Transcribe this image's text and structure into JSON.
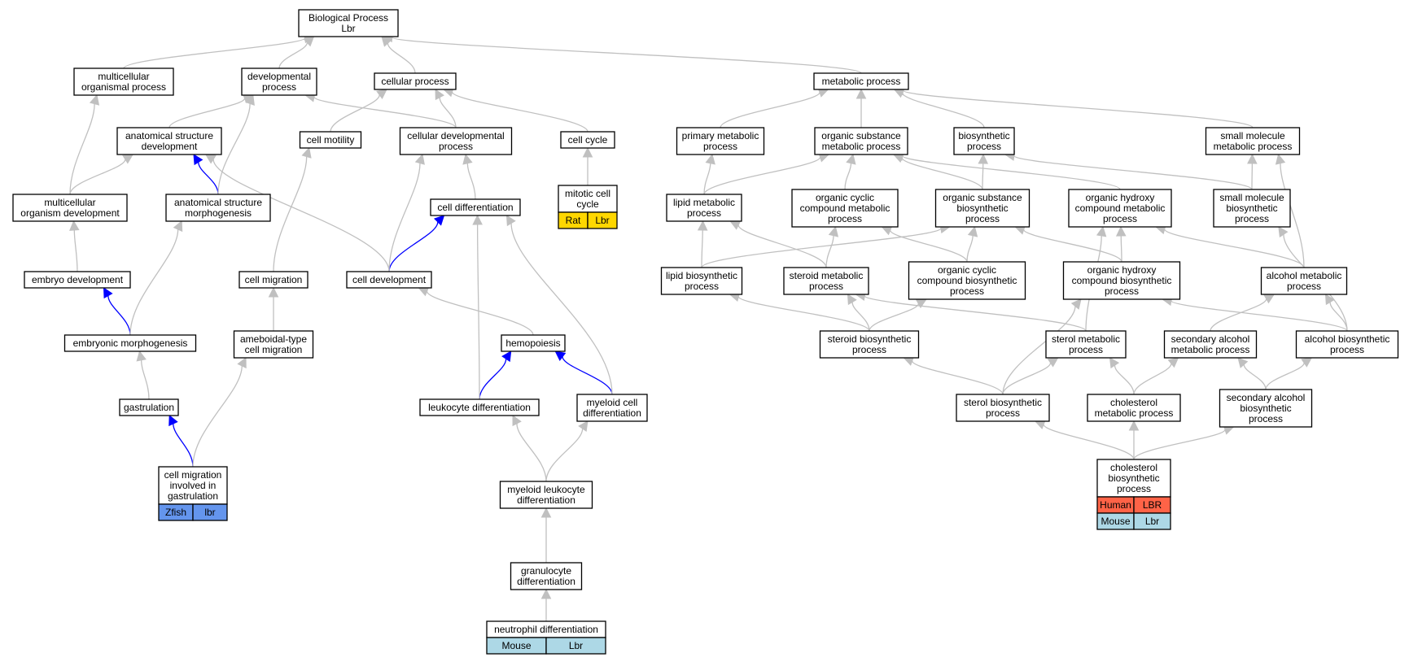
{
  "colors": {
    "edge_gray": "#c0c0c0",
    "edge_blue": "#0000ff",
    "rat_lbr": "#ffd700",
    "zfish_lbr": "#6495ed",
    "human_lbr": "#ff6347",
    "mouse_lbr": "#add8e6",
    "node_border": "#000000",
    "node_fill": "#ffffff"
  },
  "nodes": [
    {
      "id": "bp",
      "lines": [
        "Biological Process",
        "Lbr"
      ]
    },
    {
      "id": "mop",
      "lines": [
        "multicellular",
        "organismal process"
      ]
    },
    {
      "id": "dp",
      "lines": [
        "developmental",
        "process"
      ]
    },
    {
      "id": "cp",
      "lines": [
        "cellular process"
      ]
    },
    {
      "id": "metp",
      "lines": [
        "metabolic process"
      ]
    },
    {
      "id": "asd",
      "lines": [
        "anatomical structure",
        "development"
      ]
    },
    {
      "id": "cmot",
      "lines": [
        "cell motility"
      ]
    },
    {
      "id": "cdp",
      "lines": [
        "cellular developmental",
        "process"
      ]
    },
    {
      "id": "cc",
      "lines": [
        "cell cycle"
      ]
    },
    {
      "id": "mcc",
      "lines": [
        "mitotic cell",
        "cycle"
      ],
      "annotations": [
        [
          "Rat",
          "Lbr"
        ]
      ],
      "ann_color": "rat_lbr"
    },
    {
      "id": "mod",
      "lines": [
        "multicellular",
        "organism development"
      ]
    },
    {
      "id": "asm",
      "lines": [
        "anatomical structure",
        "morphogenesis"
      ]
    },
    {
      "id": "cdiff",
      "lines": [
        "cell differentiation"
      ]
    },
    {
      "id": "ed",
      "lines": [
        "embryo development"
      ]
    },
    {
      "id": "cmig",
      "lines": [
        "cell migration"
      ]
    },
    {
      "id": "cdev",
      "lines": [
        "cell development"
      ]
    },
    {
      "id": "em",
      "lines": [
        "embryonic morphogenesis"
      ]
    },
    {
      "id": "acm",
      "lines": [
        "ameboidal-type",
        "cell migration"
      ]
    },
    {
      "id": "hemo",
      "lines": [
        "hemopoiesis"
      ]
    },
    {
      "id": "gast",
      "lines": [
        "gastrulation"
      ]
    },
    {
      "id": "ld",
      "lines": [
        "leukocyte differentiation"
      ]
    },
    {
      "id": "mycd",
      "lines": [
        "myeloid cell",
        "differentiation"
      ]
    },
    {
      "id": "cmg",
      "lines": [
        "cell migration",
        "involved in",
        "gastrulation"
      ],
      "annotations": [
        [
          "Zfish",
          "lbr"
        ]
      ],
      "ann_color": "zfish_lbr"
    },
    {
      "id": "mld",
      "lines": [
        "myeloid leukocyte",
        "differentiation"
      ]
    },
    {
      "id": "gd",
      "lines": [
        "granulocyte",
        "differentiation"
      ]
    },
    {
      "id": "nd",
      "lines": [
        "neutrophil differentiation"
      ],
      "annotations": [
        [
          "Mouse",
          "Lbr"
        ]
      ],
      "ann_color": "mouse_lbr"
    },
    {
      "id": "pmp",
      "lines": [
        "primary metabolic",
        "process"
      ]
    },
    {
      "id": "osmp",
      "lines": [
        "organic substance",
        "metabolic process"
      ]
    },
    {
      "id": "bsp",
      "lines": [
        "biosynthetic",
        "process"
      ]
    },
    {
      "id": "smmp",
      "lines": [
        "small molecule",
        "metabolic process"
      ]
    },
    {
      "id": "lmp",
      "lines": [
        "lipid metabolic",
        "process"
      ]
    },
    {
      "id": "occmp",
      "lines": [
        "organic cyclic",
        "compound metabolic",
        "process"
      ]
    },
    {
      "id": "osbp",
      "lines": [
        "organic substance",
        "biosynthetic",
        "process"
      ]
    },
    {
      "id": "ohcmp",
      "lines": [
        "organic hydroxy",
        "compound metabolic",
        "process"
      ]
    },
    {
      "id": "smbp",
      "lines": [
        "small molecule",
        "biosynthetic",
        "process"
      ]
    },
    {
      "id": "lbp",
      "lines": [
        "lipid biosynthetic",
        "process"
      ]
    },
    {
      "id": "stmp",
      "lines": [
        "steroid metabolic",
        "process"
      ]
    },
    {
      "id": "occbp",
      "lines": [
        "organic cyclic",
        "compound biosynthetic",
        "process"
      ]
    },
    {
      "id": "ohcbp",
      "lines": [
        "organic hydroxy",
        "compound biosynthetic",
        "process"
      ]
    },
    {
      "id": "almp",
      "lines": [
        "alcohol metabolic",
        "process"
      ]
    },
    {
      "id": "stbp",
      "lines": [
        "steroid biosynthetic",
        "process"
      ]
    },
    {
      "id": "srmp",
      "lines": [
        "sterol metabolic",
        "process"
      ]
    },
    {
      "id": "samp",
      "lines": [
        "secondary alcohol",
        "metabolic process"
      ]
    },
    {
      "id": "albp",
      "lines": [
        "alcohol biosynthetic",
        "process"
      ]
    },
    {
      "id": "srbp",
      "lines": [
        "sterol biosynthetic",
        "process"
      ]
    },
    {
      "id": "chmp",
      "lines": [
        "cholesterol",
        "metabolic process"
      ]
    },
    {
      "id": "sabp",
      "lines": [
        "secondary alcohol",
        "biosynthetic",
        "process"
      ]
    },
    {
      "id": "chbp",
      "lines": [
        "cholesterol",
        "biosynthetic",
        "process"
      ],
      "annotations": [
        [
          "Human",
          "LBR"
        ],
        [
          "Mouse",
          "Lbr"
        ]
      ],
      "ann_colors": [
        "human_lbr",
        "mouse_lbr"
      ]
    }
  ],
  "edges": [
    {
      "from": "mop",
      "to": "bp"
    },
    {
      "from": "dp",
      "to": "bp"
    },
    {
      "from": "cp",
      "to": "bp"
    },
    {
      "from": "metp",
      "to": "bp"
    },
    {
      "from": "asd",
      "to": "dp"
    },
    {
      "from": "cmot",
      "to": "cp"
    },
    {
      "from": "cdp",
      "to": "cp"
    },
    {
      "from": "cdp",
      "to": "dp"
    },
    {
      "from": "cc",
      "to": "cp"
    },
    {
      "from": "mcc",
      "to": "cc"
    },
    {
      "from": "mod",
      "to": "mop"
    },
    {
      "from": "mod",
      "to": "asd"
    },
    {
      "from": "asm",
      "to": "asd",
      "blue": true
    },
    {
      "from": "asm",
      "to": "dp"
    },
    {
      "from": "cdiff",
      "to": "cdp"
    },
    {
      "from": "ed",
      "to": "mod"
    },
    {
      "from": "em",
      "to": "ed",
      "blue": true
    },
    {
      "from": "em",
      "to": "asm"
    },
    {
      "from": "gast",
      "to": "em"
    },
    {
      "from": "cmg",
      "to": "gast",
      "blue": true
    },
    {
      "from": "cmg",
      "to": "acm"
    },
    {
      "from": "cmig",
      "to": "cmot"
    },
    {
      "from": "acm",
      "to": "cmig"
    },
    {
      "from": "cdev",
      "to": "cdiff",
      "blue": true
    },
    {
      "from": "cdev",
      "to": "asd"
    },
    {
      "from": "cdev",
      "to": "cdp"
    },
    {
      "from": "hemo",
      "to": "cdev"
    },
    {
      "from": "ld",
      "to": "hemo",
      "blue": true
    },
    {
      "from": "ld",
      "to": "cdiff"
    },
    {
      "from": "mycd",
      "to": "hemo",
      "blue": true
    },
    {
      "from": "mycd",
      "to": "cdiff"
    },
    {
      "from": "mld",
      "to": "ld"
    },
    {
      "from": "mld",
      "to": "mycd"
    },
    {
      "from": "gd",
      "to": "mld"
    },
    {
      "from": "nd",
      "to": "gd"
    },
    {
      "from": "pmp",
      "to": "metp"
    },
    {
      "from": "osmp",
      "to": "metp"
    },
    {
      "from": "bsp",
      "to": "metp"
    },
    {
      "from": "smmp",
      "to": "metp"
    },
    {
      "from": "lmp",
      "to": "pmp"
    },
    {
      "from": "lmp",
      "to": "osmp"
    },
    {
      "from": "occmp",
      "to": "osmp"
    },
    {
      "from": "osbp",
      "to": "osmp"
    },
    {
      "from": "osbp",
      "to": "bsp"
    },
    {
      "from": "ohcmp",
      "to": "osmp"
    },
    {
      "from": "smbp",
      "to": "smmp"
    },
    {
      "from": "smbp",
      "to": "bsp"
    },
    {
      "from": "lbp",
      "to": "lmp"
    },
    {
      "from": "lbp",
      "to": "osbp"
    },
    {
      "from": "stmp",
      "to": "lmp"
    },
    {
      "from": "stmp",
      "to": "occmp"
    },
    {
      "from": "occbp",
      "to": "occmp"
    },
    {
      "from": "occbp",
      "to": "osbp"
    },
    {
      "from": "ohcbp",
      "to": "ohcmp"
    },
    {
      "from": "ohcbp",
      "to": "osbp"
    },
    {
      "from": "almp",
      "to": "ohcmp"
    },
    {
      "from": "almp",
      "to": "smmp"
    },
    {
      "from": "stbp",
      "to": "lbp"
    },
    {
      "from": "stbp",
      "to": "stmp"
    },
    {
      "from": "stbp",
      "to": "occbp"
    },
    {
      "from": "srmp",
      "to": "stmp"
    },
    {
      "from": "srmp",
      "to": "ohcmp"
    },
    {
      "from": "samp",
      "to": "almp"
    },
    {
      "from": "albp",
      "to": "almp"
    },
    {
      "from": "albp",
      "to": "ohcbp"
    },
    {
      "from": "albp",
      "to": "smbp"
    },
    {
      "from": "srbp",
      "to": "stbp"
    },
    {
      "from": "srbp",
      "to": "srmp"
    },
    {
      "from": "srbp",
      "to": "ohcbp"
    },
    {
      "from": "chmp",
      "to": "srmp"
    },
    {
      "from": "chmp",
      "to": "samp"
    },
    {
      "from": "sabp",
      "to": "samp"
    },
    {
      "from": "sabp",
      "to": "albp"
    },
    {
      "from": "chbp",
      "to": "srbp"
    },
    {
      "from": "chbp",
      "to": "chmp"
    },
    {
      "from": "chbp",
      "to": "sabp"
    }
  ]
}
